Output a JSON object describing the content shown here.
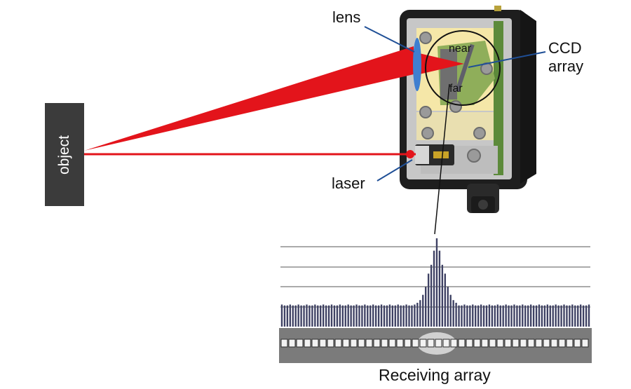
{
  "labels": {
    "object": "object",
    "lens": "lens",
    "ccd_line1": "CCD",
    "ccd_line2": "array",
    "laser": "laser",
    "near": "near",
    "far": "far",
    "receiving_array": "Receiving array"
  },
  "colors": {
    "beam": "#e3141b",
    "lens": "#3f7fd0",
    "object": "#3b3b3b",
    "bar": "#3e4163",
    "housing": "#1e1e1e",
    "pcb": "#8fae5a"
  },
  "chart_data": {
    "type": "bar",
    "bar_count": 112,
    "baseline_level": 0.24,
    "peak_index": 56,
    "peak_level": 1.0,
    "gridlines": 4
  }
}
